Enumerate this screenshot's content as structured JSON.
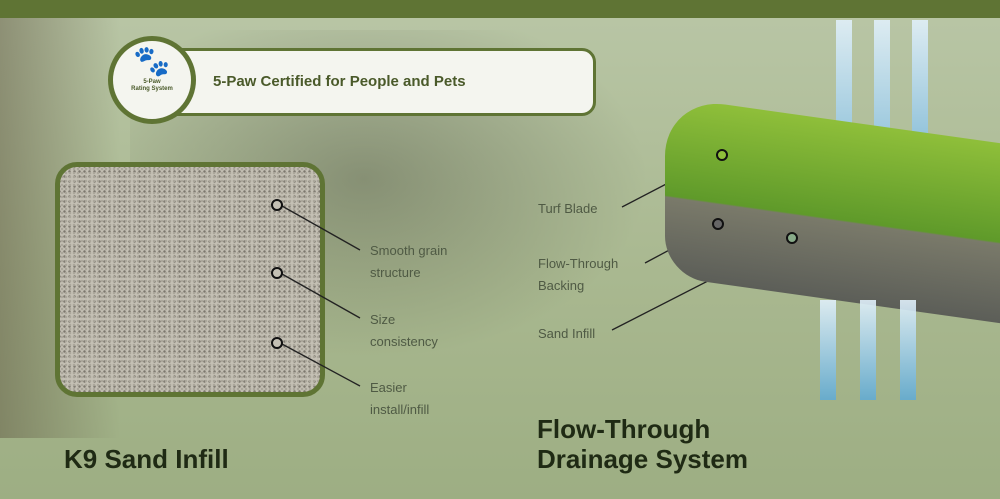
{
  "badge": {
    "number": "5",
    "line1": "5-Paw",
    "line2": "Rating System"
  },
  "banner": {
    "text": "5-Paw Certified for People and Pets"
  },
  "sand": {
    "title": "K9 Sand Infill",
    "callouts": [
      "Smooth grain structure",
      "Size consistency",
      "Easier install/infill"
    ],
    "callout_lines": [
      [
        "Smooth grain",
        "structure"
      ],
      [
        "Size",
        "consistency"
      ],
      [
        "Easier",
        "install/infill"
      ]
    ]
  },
  "drainage": {
    "title_line1": "Flow-Through",
    "title_line2": "Drainage System",
    "callouts": [
      [
        "Turf Blade"
      ],
      [
        "Flow-Through",
        "Backing"
      ],
      [
        "Sand Infill"
      ]
    ]
  },
  "colors": {
    "accent": "#5f7434",
    "water": "#4aa3dc"
  }
}
